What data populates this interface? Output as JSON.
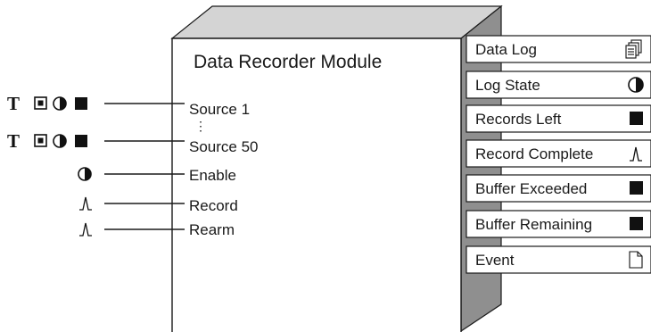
{
  "module": {
    "title": "Data Recorder Module"
  },
  "inputs": [
    {
      "label": "Source 1",
      "icons": [
        "t-icon",
        "numeric-icon",
        "boolean-icon",
        "square-icon"
      ]
    },
    {
      "label": "Source 50",
      "icons": [
        "t-icon",
        "numeric-icon",
        "boolean-icon",
        "square-icon"
      ]
    },
    {
      "label": "Enable",
      "icons": [
        "boolean-icon"
      ]
    },
    {
      "label": "Record",
      "icons": [
        "pulse-icon"
      ]
    },
    {
      "label": "Rearm",
      "icons": [
        "pulse-icon"
      ]
    }
  ],
  "source_ellipsis": "⋮",
  "outputs": [
    {
      "label": "Data Log",
      "icon": "log-icon"
    },
    {
      "label": "Log State",
      "icon": "boolean-icon"
    },
    {
      "label": "Records Left",
      "icon": "square-icon"
    },
    {
      "label": "Record Complete",
      "icon": "pulse-icon"
    },
    {
      "label": "Buffer Exceeded",
      "icon": "square-icon"
    },
    {
      "label": "Buffer Remaining",
      "icon": "square-icon"
    },
    {
      "label": "Event",
      "icon": "document-icon"
    }
  ],
  "colors": {
    "box_top": "#d4d4d4",
    "box_side": "#8f8f8f",
    "outline": "#1a1a1a",
    "fill_dark": "#111111"
  }
}
